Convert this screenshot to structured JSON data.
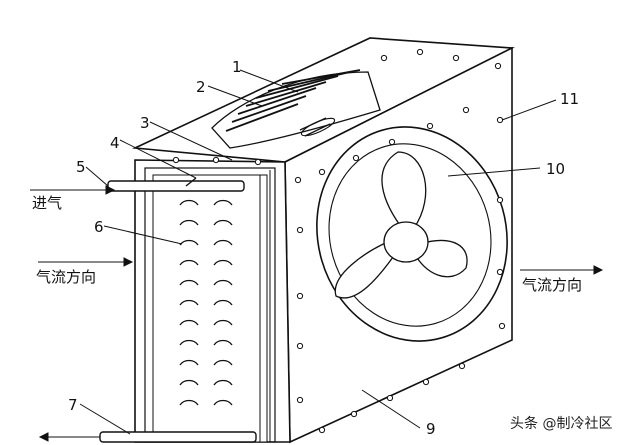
{
  "diagram": {
    "callouts": [
      "1",
      "2",
      "3",
      "4",
      "5",
      "6",
      "7",
      "9",
      "10",
      "11"
    ],
    "texts": {
      "inlet": "进气",
      "airflow_left": "气流方向",
      "airflow_right": "气流方向"
    },
    "watermark": {
      "line1": "头条 @制冷社区"
    }
  }
}
